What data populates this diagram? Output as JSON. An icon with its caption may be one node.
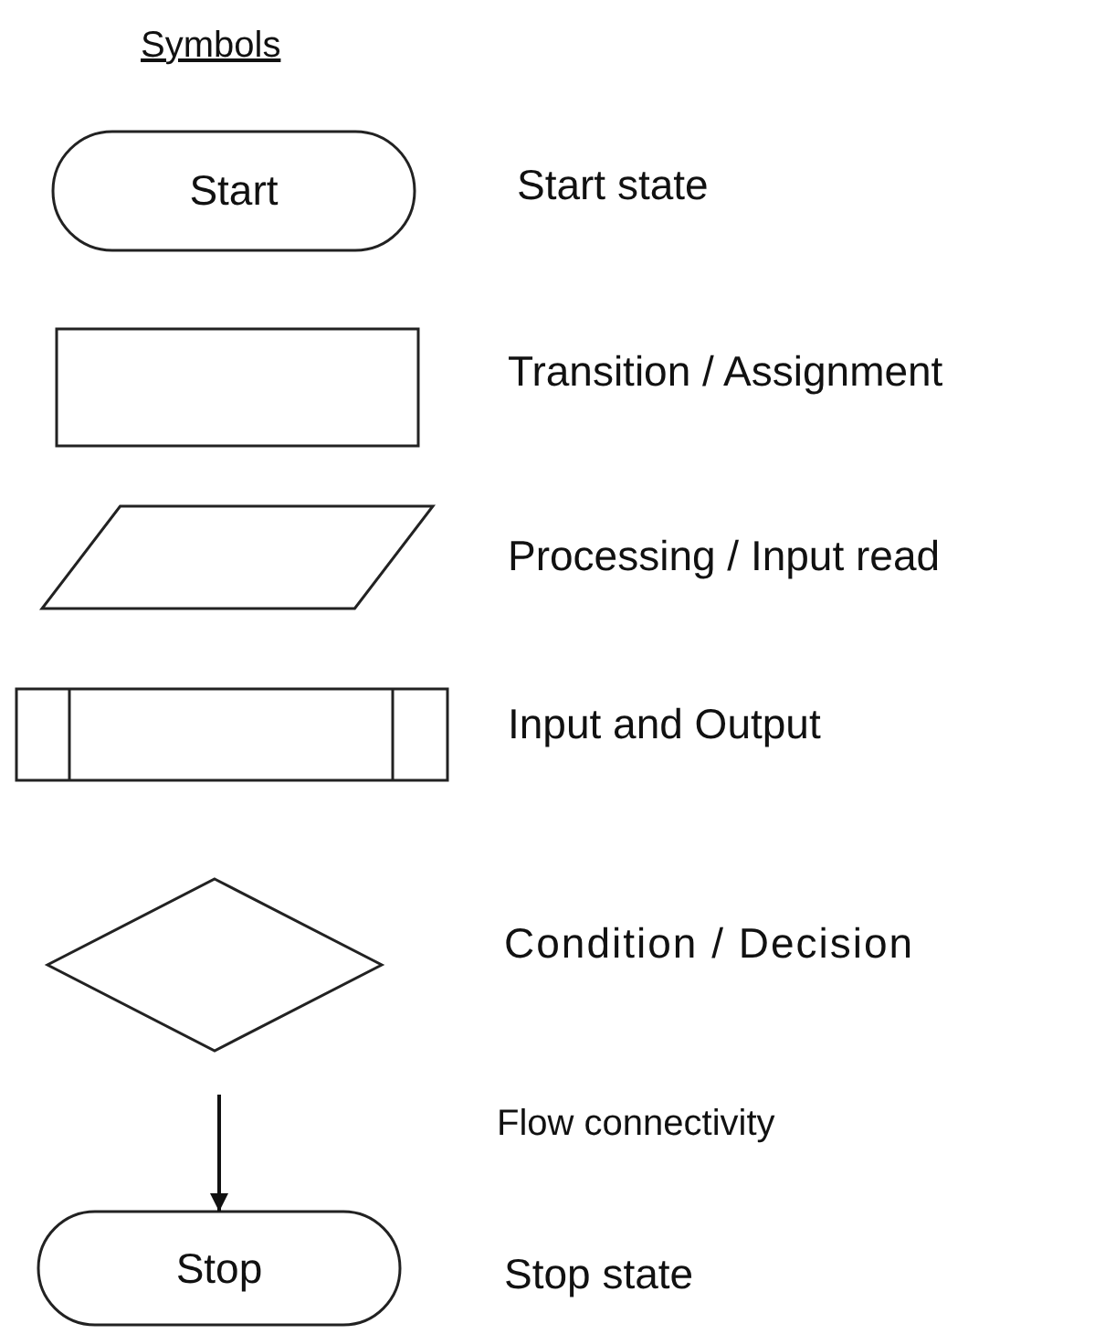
{
  "diagram": {
    "title": "Symbols",
    "nodes": [
      {
        "text": [
          "Start"
        ],
        "beside": [
          "Start state"
        ]
      },
      {
        "text": [],
        "shape": "box",
        "beside": [
          "Transition / Assignment"
        ]
      },
      {
        "text": [],
        "shape": "parallelogram",
        "beside": [
          "Processing / Input read"
        ]
      },
      {
        "text": [],
        "shape": "box",
        "beside": [
          "Input and Output"
        ]
      },
      {
        "text": [],
        "shape": "diamond",
        "beside": [
          "Condition / Decision"
        ]
      },
      {
        "text": [
          "Stop"
        ],
        "beside": [
          "Stop state"
        ]
      }
    ],
    "edges": [
      {
        "from": null,
        "to": 5,
        "arrow": "to"
      }
    ],
    "labels": [
      "Flow connectivity"
    ]
  }
}
